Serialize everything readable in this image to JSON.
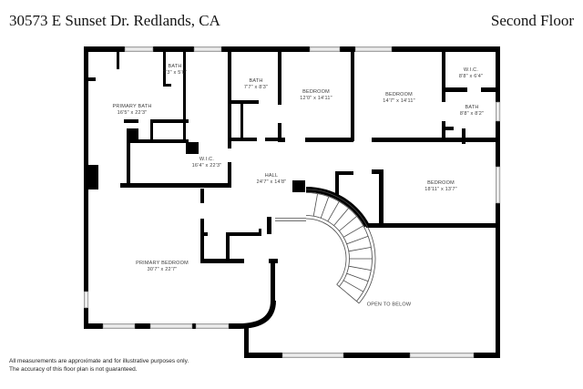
{
  "header": {
    "address": "30573 E Sunset Dr. Redlands, CA",
    "floor": "Second Floor"
  },
  "plan": {
    "open_label": "OPEN TO BELOW",
    "rooms": [
      {
        "id": "bath-1",
        "name": "BATH",
        "dims": "7'3\" x 5'0\""
      },
      {
        "id": "primary-bath",
        "name": "PRIMARY BATH",
        "dims": "16'5\" x 22'3\""
      },
      {
        "id": "bath-2",
        "name": "BATH",
        "dims": "7'7\" x 8'3\""
      },
      {
        "id": "bedroom-1",
        "name": "BEDROOM",
        "dims": "12'0\" x 14'11\""
      },
      {
        "id": "bedroom-2",
        "name": "BEDROOM",
        "dims": "14'7\" x 14'11\""
      },
      {
        "id": "wic-2",
        "name": "W.I.C.",
        "dims": "8'8\" x 6'4\""
      },
      {
        "id": "bath-3",
        "name": "BATH",
        "dims": "8'8\" x 8'2\""
      },
      {
        "id": "wic-1",
        "name": "W.I.C.",
        "dims": "16'4\" x 22'3\""
      },
      {
        "id": "hall",
        "name": "HALL",
        "dims": "24'7\" x 14'8\""
      },
      {
        "id": "bedroom-3",
        "name": "BEDROOM",
        "dims": "18'11\" x 13'7\""
      },
      {
        "id": "primary-bedroom",
        "name": "PRIMARY BEDROOM",
        "dims": "30'7\" x 22'7\""
      }
    ]
  },
  "footer": {
    "line1": "All measurements are approximate and for illustrative purposes only.",
    "line2": "The accuracy of this floor plan is not guaranteed."
  },
  "colors": {
    "wall": "#000000",
    "window_fill": "#d8d8d8",
    "window_stroke": "#7f7f7f",
    "label": "#3c3c3c"
  }
}
